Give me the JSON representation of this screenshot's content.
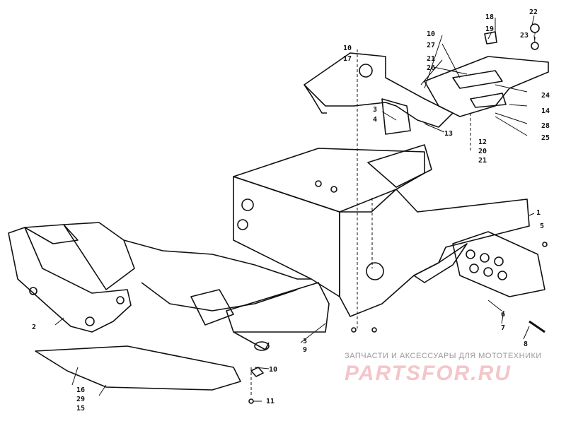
{
  "diagram": {
    "callouts": {
      "p1": "1",
      "p2": "2",
      "p3a": "3",
      "p3b": "3",
      "p4": "4",
      "p5": "5",
      "p6": "6",
      "p7": "7",
      "p8": "8",
      "p9": "9",
      "p10a": "10",
      "p10b": "10",
      "p10c": "10",
      "p11": "11",
      "p12": "12",
      "p13": "13",
      "p14": "14",
      "p15": "15",
      "p16": "16",
      "p17": "17",
      "p18": "18",
      "p19": "19",
      "p20": "20",
      "p21a": "21",
      "p21b": "21",
      "p22": "22",
      "p23": "23",
      "p24": "24",
      "p25": "25",
      "p26": "26",
      "p27": "27",
      "p28": "28",
      "p29": "29"
    }
  },
  "watermark": {
    "tagline": "ЗАПЧАСТИ И АКСЕССУАРЫ ДЛЯ МОТОТЕХНИКИ",
    "logo": "PARTSFOR.RU"
  }
}
